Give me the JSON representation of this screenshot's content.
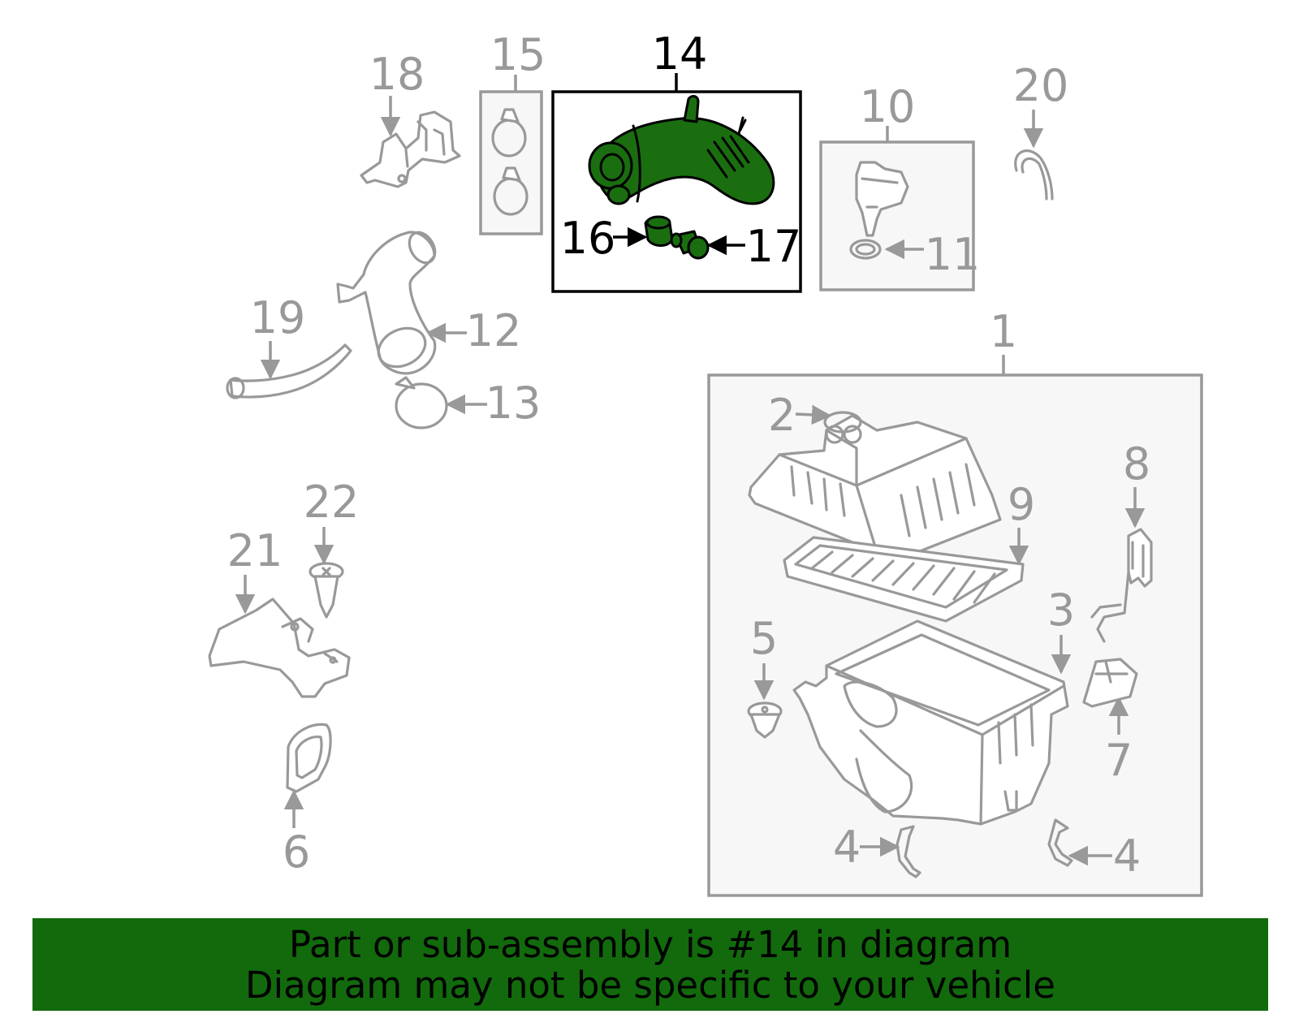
{
  "highlight_color": "#126a0c",
  "callouts": {
    "c1": "1",
    "c2": "2",
    "c3": "3",
    "c4a": "4",
    "c4b": "4",
    "c5": "5",
    "c6": "6",
    "c7": "7",
    "c8": "8",
    "c9": "9",
    "c10": "10",
    "c11": "11",
    "c12": "12",
    "c13": "13",
    "c14": "14",
    "c15": "15",
    "c16": "16",
    "c17": "17",
    "c18": "18",
    "c19": "19",
    "c20": "20",
    "c21": "21",
    "c22": "22"
  },
  "banner": {
    "line1": "Part or sub-assembly is #14 in diagram",
    "line2": "Diagram may not be specific to your vehicle"
  }
}
